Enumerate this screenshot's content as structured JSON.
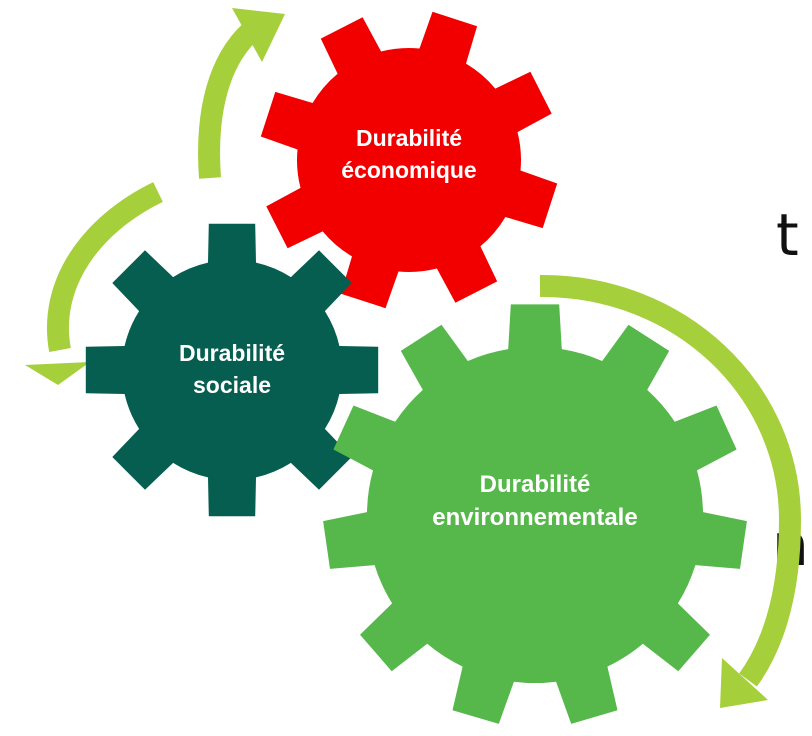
{
  "colors": {
    "economique": "#f20000",
    "sociale": "#055e4f",
    "environnementale": "#56b84a",
    "arrow": "#a6cf3c",
    "text": "#ffffff"
  },
  "gears": {
    "economique": {
      "line1": "Durabilité",
      "line2": "économique"
    },
    "sociale": {
      "line1": "Durabilité",
      "line2": "sociale"
    },
    "environnementale": {
      "line1": "Durabilité",
      "line2": "environnementale"
    }
  },
  "cut_text": {
    "upper": "t",
    "lower": "n"
  }
}
